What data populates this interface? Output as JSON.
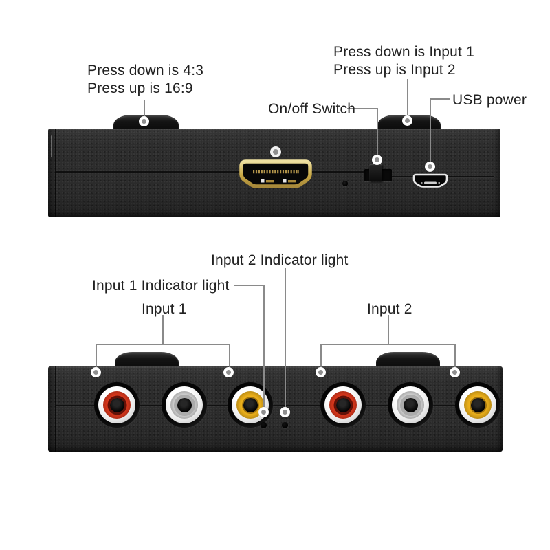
{
  "colors": {
    "callout_line": "#8a8a8a",
    "marker_fill": "#8f8f8f",
    "device_body": "#2d2d2d",
    "hdmi_gold": "#c9a844",
    "rca_red": "#e23a1e",
    "rca_white": "#dcdcdc",
    "rca_yellow": "#f2b51c"
  },
  "top_view": {
    "ratio_button_label": {
      "line1": "Press down is 4:3",
      "line2": "Press up is 16:9"
    },
    "input_button_label": {
      "line1": "Press down is Input 1",
      "line2": "Press up is Input 2"
    },
    "switch_label": "On/off Switch",
    "usb_label": "USB power"
  },
  "front_view": {
    "input2_led_label": "Input 2 Indicator light",
    "input1_led_label": "Input 1 Indicator light",
    "input1_label": "Input 1",
    "input2_label": "Input 2",
    "connectors": [
      {
        "group": "Input 1",
        "color_name": "red",
        "hex": "#e23a1e"
      },
      {
        "group": "Input 1",
        "color_name": "white",
        "hex": "#dcdcdc"
      },
      {
        "group": "Input 1",
        "color_name": "yellow",
        "hex": "#f2b51c"
      },
      {
        "group": "Input 2",
        "color_name": "red",
        "hex": "#e23a1e"
      },
      {
        "group": "Input 2",
        "color_name": "white",
        "hex": "#dcdcdc"
      },
      {
        "group": "Input 2",
        "color_name": "yellow",
        "hex": "#f2b51c"
      }
    ]
  }
}
